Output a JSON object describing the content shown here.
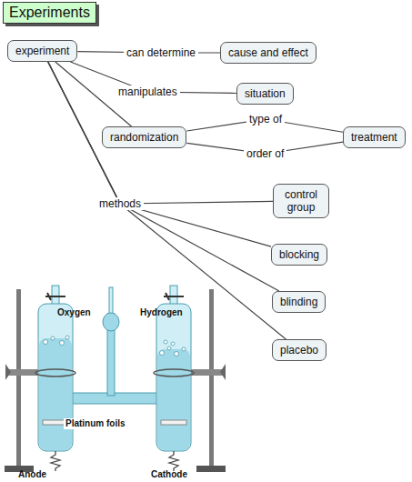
{
  "diagram": {
    "title": "Experiments",
    "nodes": [
      {
        "text": [
          "experiment"
        ]
      },
      {
        "text": [
          "cause and effect"
        ]
      },
      {
        "text": [
          "situation"
        ]
      },
      {
        "text": [
          "randomization"
        ]
      },
      {
        "text": [
          "treatment"
        ]
      },
      {
        "text": [
          "control group"
        ]
      },
      {
        "text": [
          "blocking"
        ]
      },
      {
        "text": [
          "blinding"
        ]
      },
      {
        "text": [
          "placebo"
        ]
      }
    ],
    "edges": [
      {
        "from": 0,
        "to": 1,
        "label": "can determine",
        "arrow": "none"
      },
      {
        "from": 0,
        "to": 2,
        "label": "manipulates",
        "arrow": "none"
      },
      {
        "from": 0,
        "to": 3,
        "arrow": "none"
      },
      {
        "from": 3,
        "to": 4,
        "label": "type of",
        "arrow": "none"
      },
      {
        "from": 3,
        "to": 4,
        "label": "order of",
        "arrow": "none"
      },
      {
        "from": 0,
        "to": 5,
        "label": "methods",
        "arrow": "none"
      },
      {
        "from": 0,
        "to": 6,
        "arrow": "none"
      },
      {
        "from": 0,
        "to": 7,
        "arrow": "none"
      },
      {
        "from": 0,
        "to": 8,
        "arrow": "none"
      }
    ],
    "labels": [
      "Oxygen",
      "Hydrogen",
      "Platinum foils",
      "Anode",
      "Cathode"
    ]
  }
}
